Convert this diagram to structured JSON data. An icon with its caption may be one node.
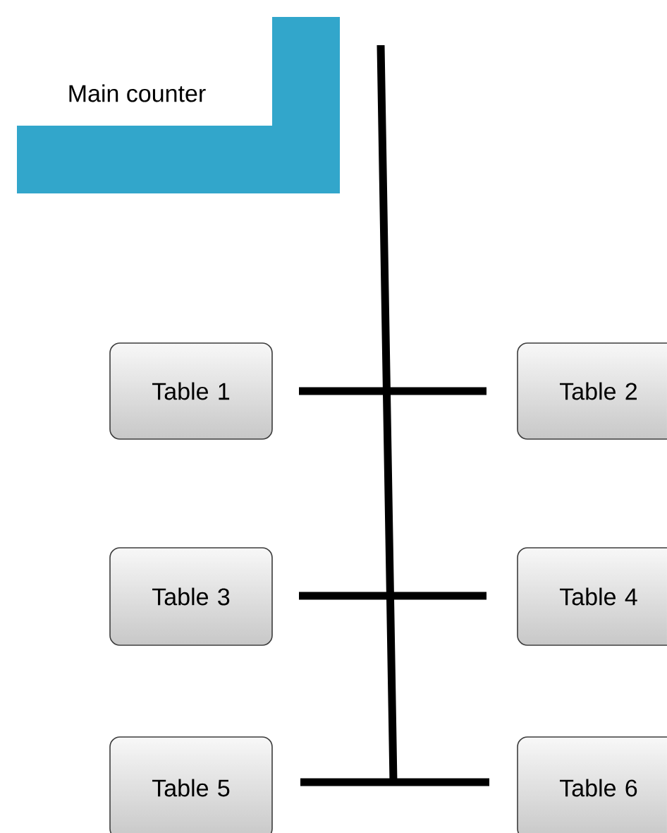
{
  "diagram": {
    "nodes": [
      {
        "text": [
          "Main counter"
        ]
      },
      {
        "text": [
          "Table 1"
        ]
      },
      {
        "text": [
          "Table 2"
        ]
      },
      {
        "text": [
          "Table 3"
        ]
      },
      {
        "text": [
          "Table 4"
        ]
      },
      {
        "text": [
          "Table 5"
        ]
      },
      {
        "text": [
          "Table 6"
        ]
      }
    ]
  }
}
